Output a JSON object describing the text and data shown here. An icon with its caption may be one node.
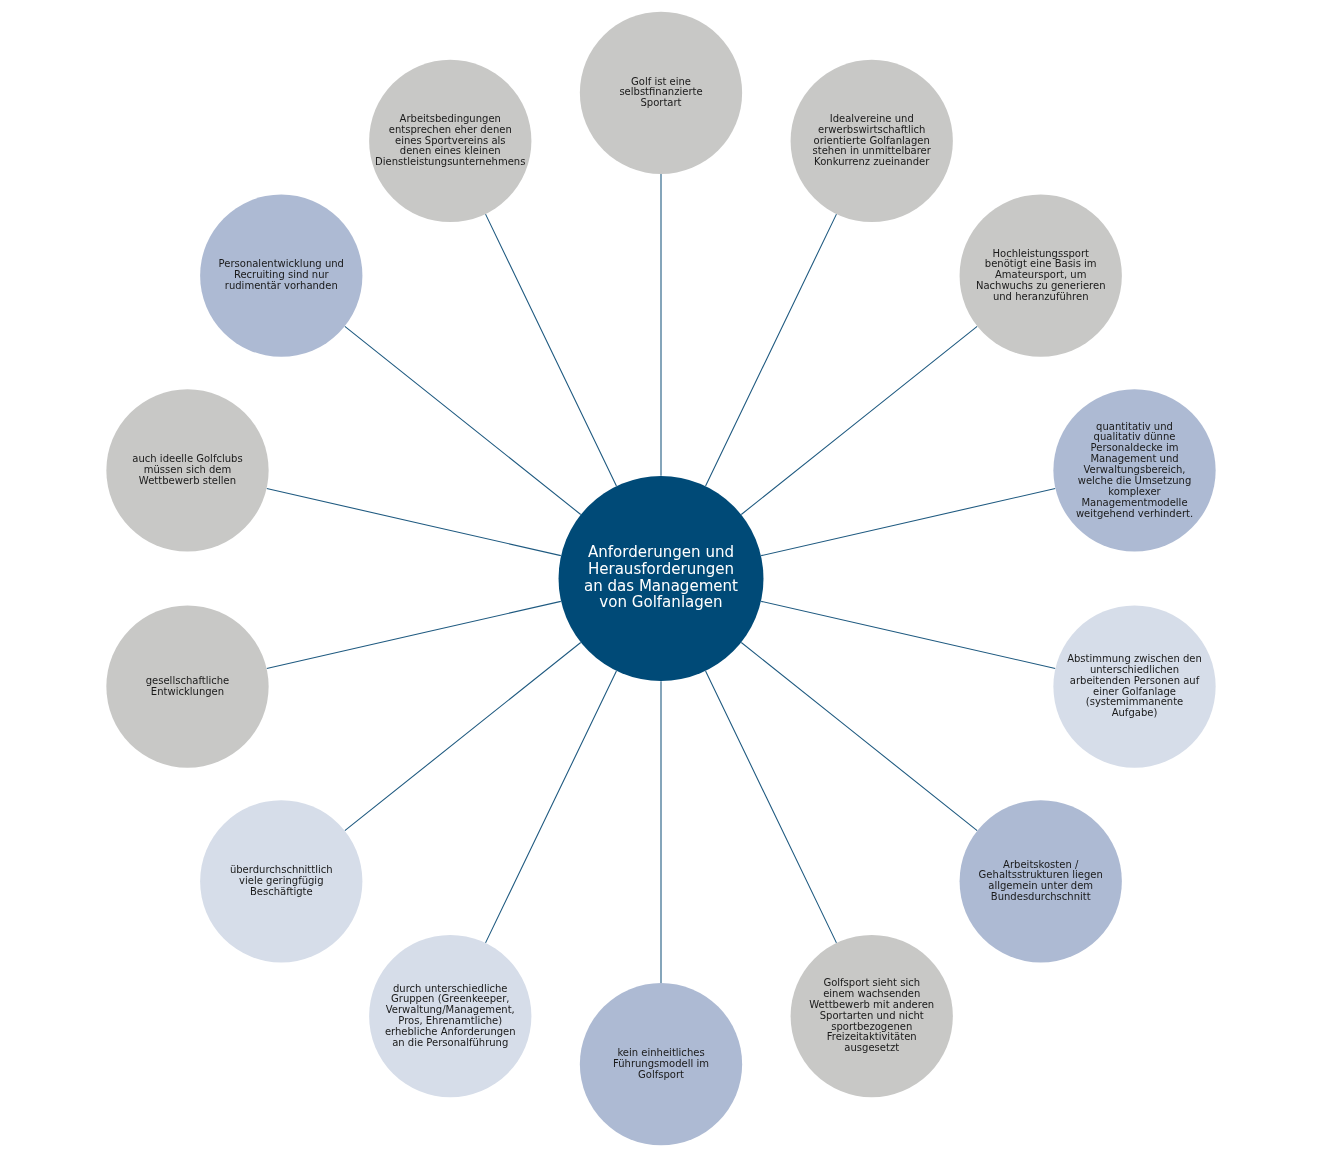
{
  "diagram": {
    "nodes": [
      {
        "text": [
          "quantitativ und qualitativ dünne Personaldecke im Management und Verwaltungsbereich, welche die Umsetzung komplexer Managementmodelle weitgehend verhindert."
        ]
      },
      {
        "text": [
          "Hochleistungssport benötigt eine Basis im Amateursport, um Nachwuchs zu generieren und heranzuführen"
        ]
      },
      {
        "text": [
          "Idealvereine und erwerbswirtschaftlich orientierte Golfanlagen stehen in unmittelbarer Konkurrenz zueinander"
        ]
      },
      {
        "text": [
          "Golf ist eine selbstfinanzierte Sportart"
        ]
      },
      {
        "text": [
          "Arbeitsbedingungen entsprechen eher denen eines Sportvereins als denen eines kleinen Dienstleistungsunternehmens"
        ]
      },
      {
        "text": [
          "Personalentwicklung und Recruiting sind nur rudimentär vorhanden"
        ]
      },
      {
        "text": [
          "auch ideelle Golfclubs müssen sich dem Wettbewerb stellen"
        ]
      },
      {
        "text": [
          "gesellschaftliche Entwicklungen"
        ]
      },
      {
        "text": [
          "überdurchschnittlich viele geringfügig Beschäftigte"
        ]
      },
      {
        "text": [
          "Anforderungen und Herausforderungen an das Management von Golfanlagen"
        ]
      },
      {
        "text": [
          "durch unterschiedliche Gruppen (Greenkeeper, Verwaltung/Management, Pros, Ehrenamtliche) erhebliche Anforderungen an die Personalführung"
        ]
      },
      {
        "text": [
          "kein einheitliches Führungsmodell im Golfsport"
        ]
      },
      {
        "text": [
          "Golfsport sieht sich einem wachsenden Wettbewerb mit anderen Sportarten und nicht sportbezogenen Freizeitaktivitäten ausgesetzt"
        ]
      },
      {
        "text": [
          "Arbeitskosten / Gehaltsstrukturen liegen allgemein unter dem Bundesdurchschnitt"
        ]
      },
      {
        "text": [
          "Abstimmung zwischen den unterschiedlichen arbeitenden Personen auf einer Golfanlage (systemimmanente Aufgabe)"
        ]
      }
    ],
    "edges": [
      {
        "from": 9,
        "to": 0,
        "arrow": "none"
      },
      {
        "from": 9,
        "to": 1,
        "arrow": "none"
      },
      {
        "from": 9,
        "to": 2,
        "arrow": "none"
      },
      {
        "from": 9,
        "to": 3,
        "arrow": "none"
      },
      {
        "from": 9,
        "to": 6,
        "arrow": "none"
      },
      {
        "from": 9,
        "to": 7,
        "arrow": "none"
      },
      {
        "from": 9,
        "to": 10,
        "arrow": "none"
      },
      {
        "from": 9,
        "to": 12,
        "arrow": "none"
      },
      {
        "from": 9,
        "to": 13,
        "arrow": "none"
      },
      {
        "from": 9,
        "to": 14,
        "arrow": "none"
      },
      {
        "from": 9,
        "to": 11,
        "arrow": "none"
      },
      {
        "from": 9,
        "to": 8,
        "arrow": "none"
      },
      {
        "from": 9,
        "to": 4,
        "arrow": "none"
      },
      {
        "from": 9,
        "to": 5,
        "arrow": "none"
      }
    ]
  }
}
